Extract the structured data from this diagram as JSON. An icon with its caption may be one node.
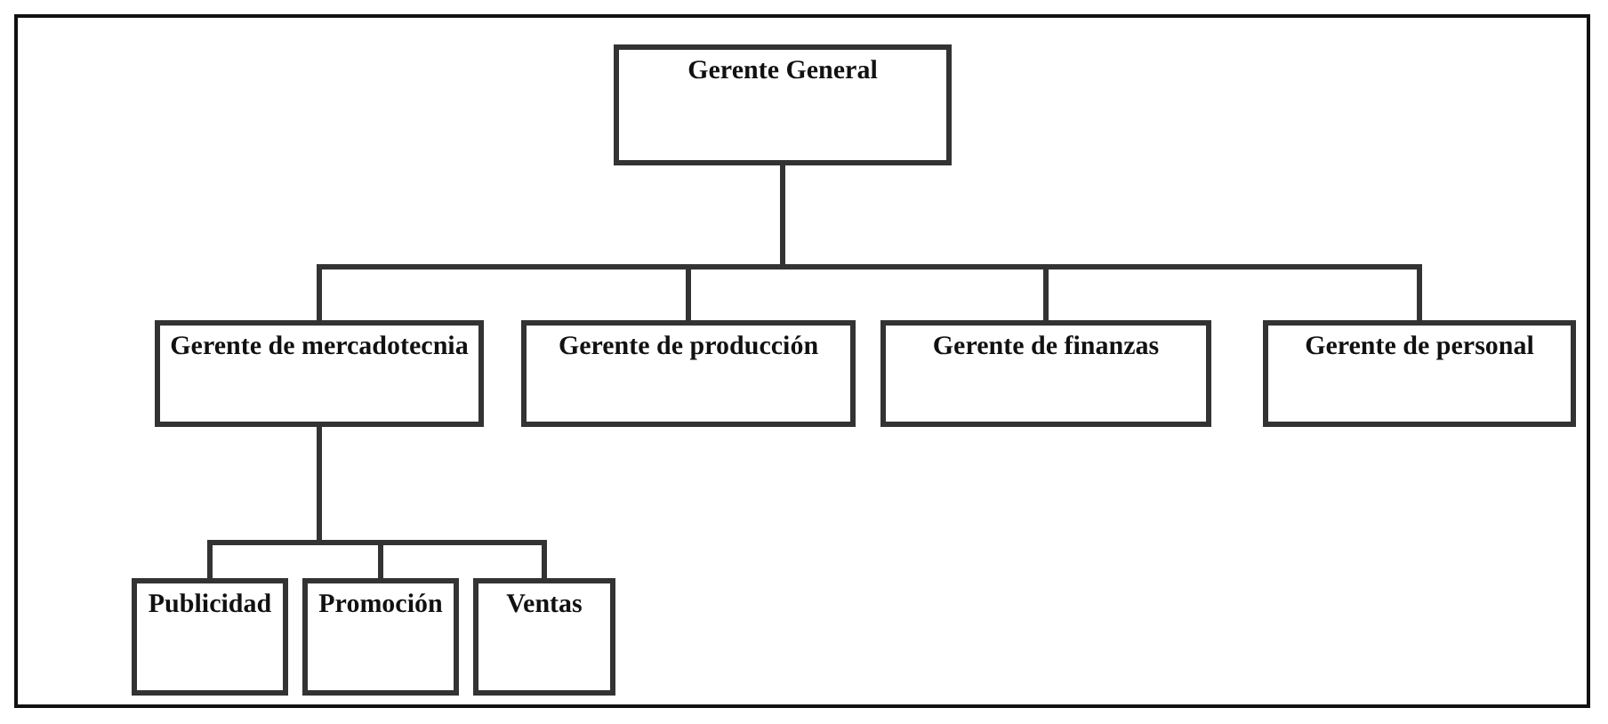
{
  "diagram": {
    "nodes": [
      {
        "text": [
          "Gerente General"
        ]
      },
      {
        "text": [
          "Gerente de mercadotecnia"
        ]
      },
      {
        "text": [
          "Gerente de producción"
        ]
      },
      {
        "text": [
          "Gerente de finanzas"
        ]
      },
      {
        "text": [
          "Gerente de personal"
        ]
      },
      {
        "text": [
          "Publicidad"
        ]
      },
      {
        "text": [
          "Promoción"
        ]
      },
      {
        "text": [
          "Ventas"
        ]
      }
    ],
    "edges": [
      {
        "from": 0,
        "to": 1,
        "arrow": "none"
      },
      {
        "from": 0,
        "to": 2,
        "arrow": "none"
      },
      {
        "from": 0,
        "to": 3,
        "arrow": "none"
      },
      {
        "from": 0,
        "to": 4,
        "arrow": "none"
      },
      {
        "from": 1,
        "to": 5,
        "arrow": "none"
      },
      {
        "from": 1,
        "to": 6,
        "arrow": "none"
      },
      {
        "from": 1,
        "to": 7,
        "arrow": "none"
      }
    ]
  }
}
